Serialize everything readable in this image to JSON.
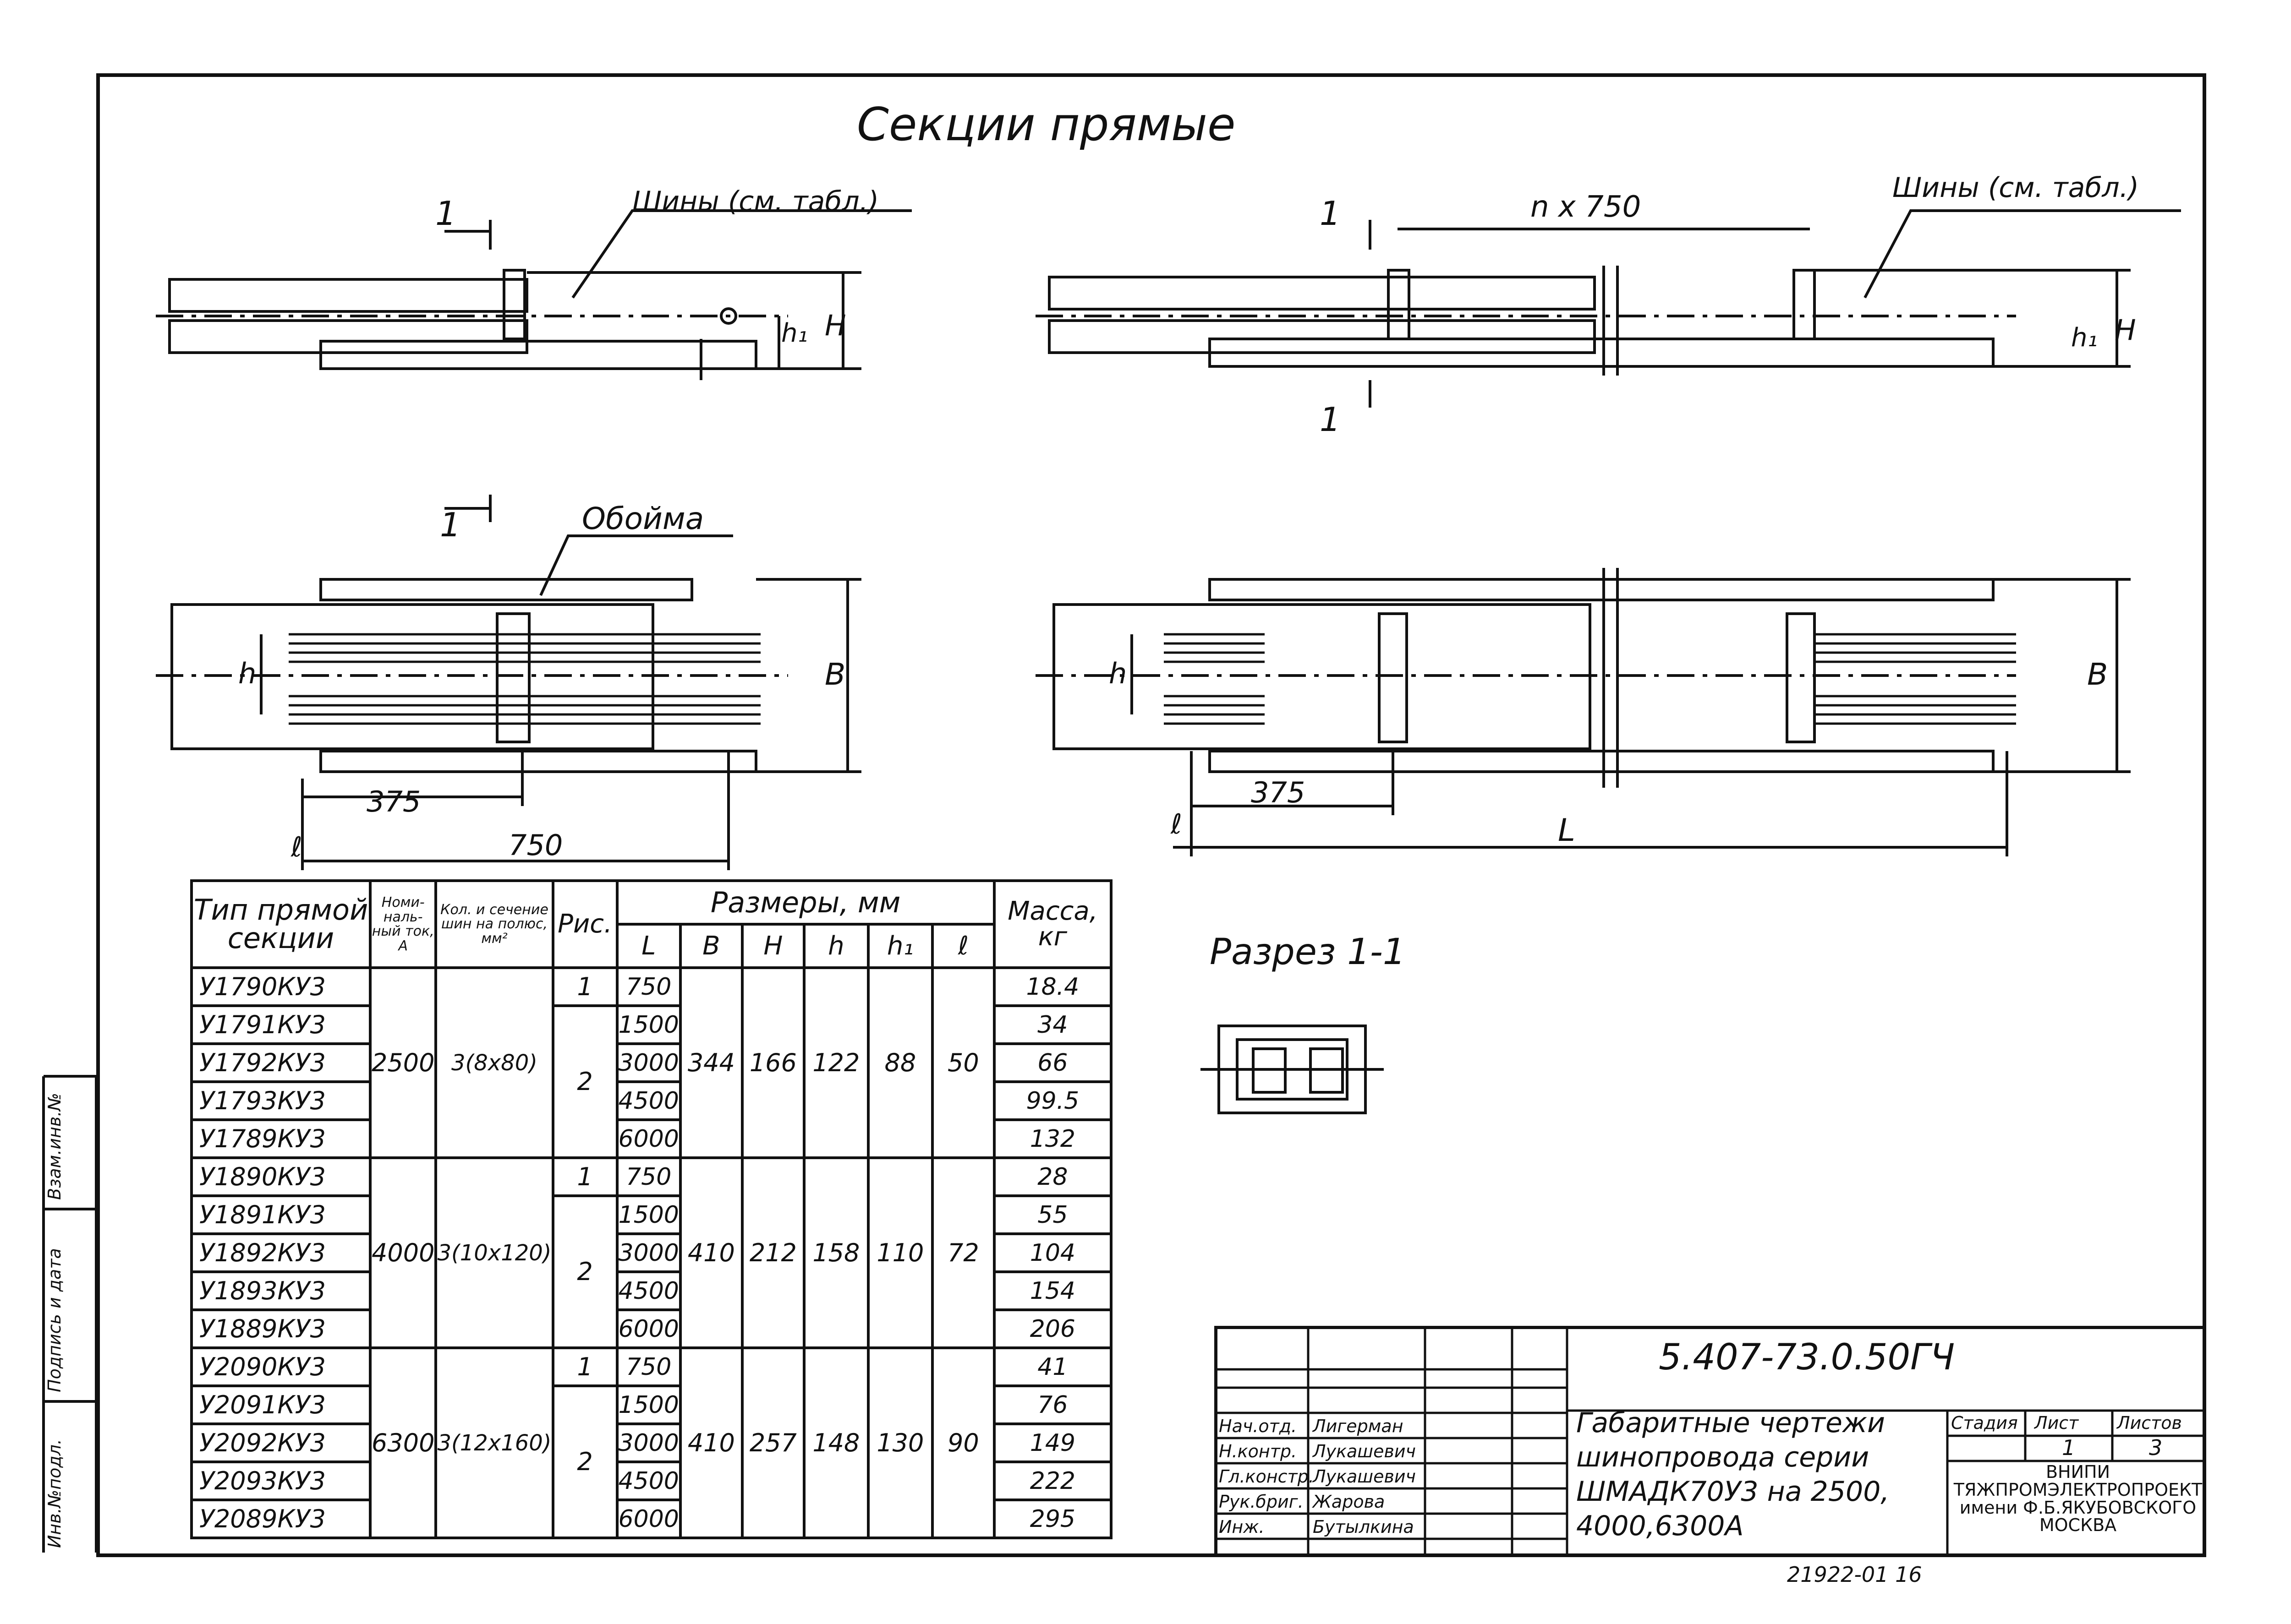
{
  "title": "Секции прямые",
  "drawing_labels": {
    "busbars_left": "Шины (см. табл.)",
    "busbars_right": "Шины (см. табл.)",
    "clip": "Обойма",
    "n_x_750": "n x 750",
    "section_mark": "1",
    "dim_375": "375",
    "dim_750": "750",
    "dim_L": "L",
    "dim_l": "ℓ",
    "dim_B": "B",
    "dim_h": "h",
    "dim_H": "H",
    "dim_h1": "h₁",
    "section_view": "Разрез 1-1"
  },
  "table": {
    "headers": {
      "type": "Тип прямой секции",
      "nominal_current": "Номи- наль- ный ток, А",
      "busbar_count": "Кол. и сечение шин на полюс, мм²",
      "fig": "Рис.",
      "dimensions": "Размеры, мм",
      "dims": [
        "L",
        "B",
        "H",
        "h",
        "h₁",
        "ℓ"
      ],
      "mass": "Масса, кг"
    },
    "groups": [
      {
        "current": "2500",
        "section": "3(8x80)",
        "B": "344",
        "H": "166",
        "h": "122",
        "h1": "88",
        "l": "50",
        "rows": [
          {
            "code": "У1790КУ3",
            "fig": "1",
            "L": "750",
            "mass": "18.4"
          },
          {
            "code": "У1791КУ3",
            "fig": "2",
            "L": "1500",
            "mass": "34"
          },
          {
            "code": "У1792КУ3",
            "fig": "",
            "L": "3000",
            "mass": "66"
          },
          {
            "code": "У1793КУ3",
            "fig": "",
            "L": "4500",
            "mass": "99.5"
          },
          {
            "code": "У1789КУ3",
            "fig": "",
            "L": "6000",
            "mass": "132"
          }
        ]
      },
      {
        "current": "4000",
        "section": "3(10x120)",
        "B": "410",
        "H": "212",
        "h": "158",
        "h1": "110",
        "l": "72",
        "rows": [
          {
            "code": "У1890КУ3",
            "fig": "1",
            "L": "750",
            "mass": "28"
          },
          {
            "code": "У1891КУ3",
            "fig": "2",
            "L": "1500",
            "mass": "55"
          },
          {
            "code": "У1892КУ3",
            "fig": "",
            "L": "3000",
            "mass": "104"
          },
          {
            "code": "У1893КУ3",
            "fig": "",
            "L": "4500",
            "mass": "154"
          },
          {
            "code": "У1889КУ3",
            "fig": "",
            "L": "6000",
            "mass": "206"
          }
        ]
      },
      {
        "current": "6300",
        "section": "3(12x160)",
        "B": "410",
        "H": "257",
        "h": "148",
        "h1": "130",
        "l": "90",
        "rows": [
          {
            "code": "У2090КУ3",
            "fig": "1",
            "L": "750",
            "mass": "41"
          },
          {
            "code": "У2091КУ3",
            "fig": "2",
            "L": "1500",
            "mass": "76"
          },
          {
            "code": "У2092КУ3",
            "fig": "",
            "L": "3000",
            "mass": "149"
          },
          {
            "code": "У2093КУ3",
            "fig": "",
            "L": "4500",
            "mass": "222"
          },
          {
            "code": "У2089КУ3",
            "fig": "",
            "L": "6000",
            "mass": "295"
          }
        ]
      }
    ]
  },
  "title_block": {
    "doc_code": "5.407-73.0.50ГЧ",
    "description": "Габаритные чертежи\nшинопровода серии\nШМАДК70У3 на 2500,\n4000,6300А",
    "signatures": [
      {
        "role": "Нач.отд.",
        "name": "Лигерман"
      },
      {
        "role": "Н.контр.",
        "name": "Лукашевич"
      },
      {
        "role": "Гл.констр.",
        "name": "Лукашевич"
      },
      {
        "role": "Рук.бриг.",
        "name": "Жарова"
      },
      {
        "role": "Инж.",
        "name": "Бутылкина"
      }
    ],
    "stage_label": "Стадия",
    "sheet_label": "Лист",
    "sheets_label": "Листов",
    "sheet": "1",
    "sheets": "3",
    "organization": "ВНИПИ\nТЯЖПРОМЭЛЕКТРОПРОЕКТ\nимени Ф.Б.ЯКУБОВСКОГО\nМОСКВА"
  },
  "side_stamp": {
    "inv_orig": "Инв.№подл.",
    "signature_date": "Подпись и дата",
    "replace_inv": "Взам.инв.№"
  },
  "stamp_number": "21922-01  16"
}
